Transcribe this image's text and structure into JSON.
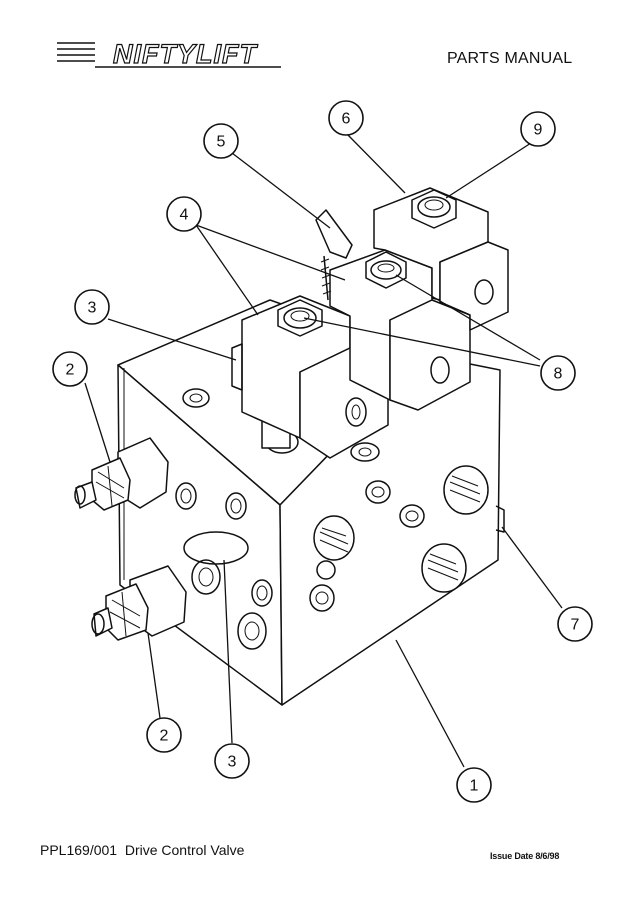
{
  "header": {
    "logo_text": "NIFTYLIFT",
    "manual_title": "PARTS MANUAL"
  },
  "diagram": {
    "callouts": [
      {
        "label": "1"
      },
      {
        "label": "2"
      },
      {
        "label": "2"
      },
      {
        "label": "3"
      },
      {
        "label": "3"
      },
      {
        "label": "4"
      },
      {
        "label": "5"
      },
      {
        "label": "6"
      },
      {
        "label": "7"
      },
      {
        "label": "8"
      },
      {
        "label": "9"
      }
    ]
  },
  "footer": {
    "part_caption": "PPL169/001  Drive Control Valve",
    "issue_date": "Issue Date 8/6/98"
  }
}
